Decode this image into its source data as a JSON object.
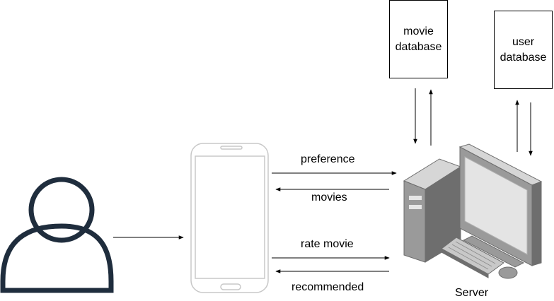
{
  "nodes": {
    "movie_db": {
      "label_line1": "movie",
      "label_line2": "database"
    },
    "user_db": {
      "label_line1": "user",
      "label_line2": "database"
    },
    "server": {
      "label": "Server"
    },
    "user": {
      "icon": "user-icon"
    },
    "phone": {
      "icon": "smartphone-icon"
    }
  },
  "edges": {
    "preference": "preference",
    "movies": "movies",
    "rate_movie": "rate movie",
    "recommended": "recommended"
  },
  "colors": {
    "stroke": "#000000",
    "person": "#1f2d3d",
    "phone_outline": "#c8c8c8",
    "server_dark": "#6e6e6e",
    "server_mid": "#9a9a9a",
    "server_light": "#d6d6d6"
  }
}
